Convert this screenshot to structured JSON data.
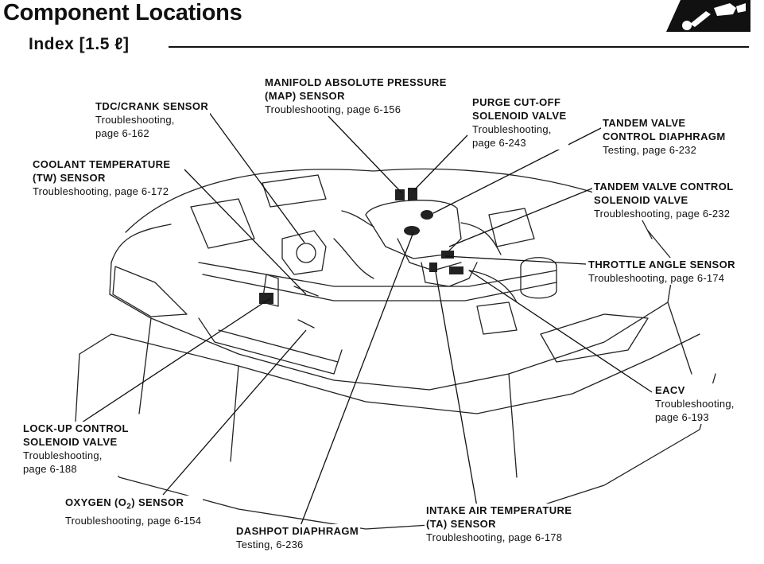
{
  "header": {
    "title": "Component Locations",
    "subtitle": "Index [1.5 ℓ]"
  },
  "callouts": {
    "map": {
      "line1": "MANIFOLD ABSOLUTE PRESSURE",
      "line2": "(MAP) SENSOR",
      "ref": "Troubleshooting, page 6-156"
    },
    "tdc": {
      "name": "TDC/CRANK SENSOR",
      "ref1": "Troubleshooting,",
      "ref2": "page 6-162"
    },
    "purge": {
      "line1": "PURGE CUT-OFF",
      "line2": "SOLENOID VALVE",
      "ref1": "Troubleshooting,",
      "ref2": "page 6-243"
    },
    "tvcd": {
      "line1": "TANDEM VALVE",
      "line2": "CONTROL DIAPHRAGM",
      "ref": "Testing, page 6-232"
    },
    "coolant": {
      "line1": "COOLANT TEMPERATURE",
      "line2": "(TW) SENSOR",
      "ref": "Troubleshooting, page 6-172"
    },
    "tvcsv": {
      "line1": "TANDEM VALVE CONTROL",
      "line2": "SOLENOID VALVE",
      "ref": "Troubleshooting, page 6-232"
    },
    "throttle": {
      "name": "THROTTLE ANGLE SENSOR",
      "ref": "Troubleshooting, page 6-174"
    },
    "eacv": {
      "name": "EACV",
      "ref1": "Troubleshooting,",
      "ref2": "page 6-193"
    },
    "lockup": {
      "line1": "LOCK-UP CONTROL",
      "line2": "SOLENOID VALVE",
      "ref1": "Troubleshooting,",
      "ref2": "page 6-188"
    },
    "oxygen": {
      "pre": "OXYGEN (O",
      "sub": "2",
      "post": ") SENSOR",
      "ref": "Troubleshooting, page 6-154"
    },
    "dashpot": {
      "name": "DASHPOT DIAPHRAGM",
      "ref": "Testing, 6-236"
    },
    "iat": {
      "line1": "INTAKE AIR TEMPERATURE",
      "line2": "(TA) SENSOR",
      "ref": "Troubleshooting, page 6-178"
    }
  }
}
